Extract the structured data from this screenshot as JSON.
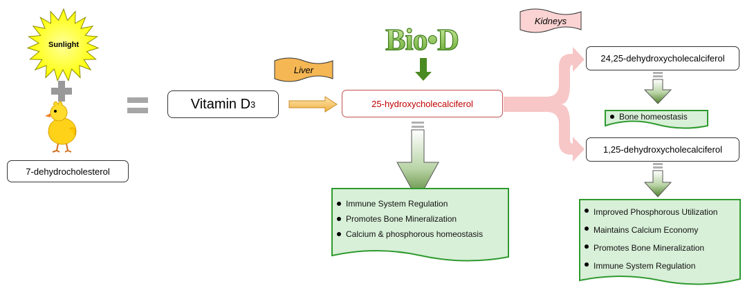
{
  "sunlight": {
    "label": "Sunlight"
  },
  "precursor": {
    "label": "7-dehydrocholesterol"
  },
  "vitamin_d3": {
    "label": "Vitamin D",
    "subscript": "3"
  },
  "liver": {
    "label": "Liver"
  },
  "kidneys": {
    "label": "Kidneys"
  },
  "biod": {
    "label": "Bio•D"
  },
  "hydroxy": {
    "label": "25-hydroxycholecalciferol"
  },
  "metabolite_2425": {
    "label": "24,25-dehydroxycholecalciferol"
  },
  "metabolite_125": {
    "label": "1,25-dehydroxycholecalciferol"
  },
  "hydroxy_effects": [
    "Immune System Regulation",
    "Promotes Bone Mineralization",
    "Calcium & phosphorous homeostasis"
  ],
  "effects_2425": [
    "Bone homeostasis"
  ],
  "effects_125": [
    "Improved Phosphorous Utilization",
    "Maintains Calcium Economy",
    "Promotes Bone Mineralization",
    "Immune System Regulation"
  ],
  "colors": {
    "list_fill": "#d8efd8",
    "list_border": "#2e9a2e",
    "arrow_green": "#4f8a2b",
    "hydroxy_border": "#c0504d",
    "hydroxy_text": "#c00000",
    "pink_arrow": "#f7c6c6",
    "banner_fill": "#f5b654",
    "kidney_fill": "#fbd3d3",
    "biod_fill": "#9bd04a"
  }
}
